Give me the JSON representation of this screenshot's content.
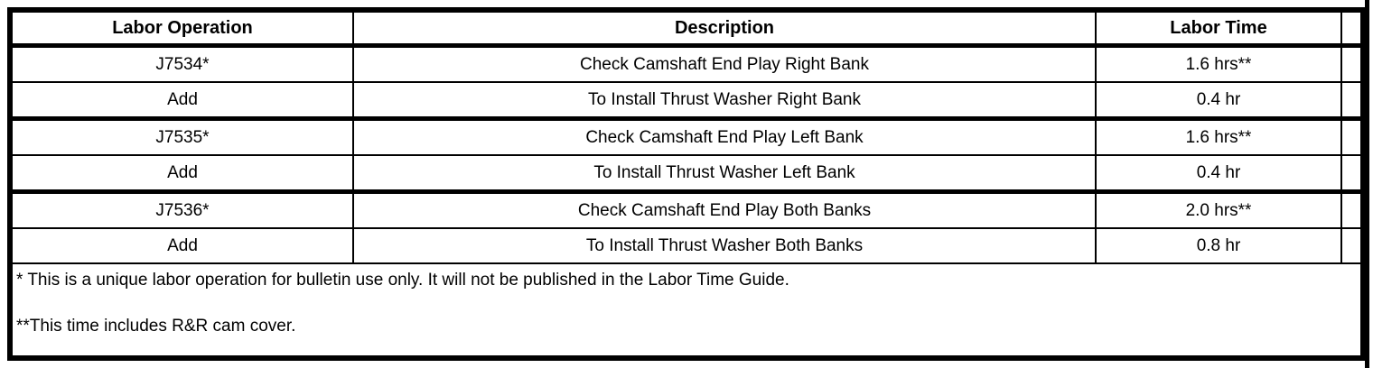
{
  "table": {
    "headers": [
      "Labor Operation",
      "Description",
      "Labor Time"
    ],
    "rows": [
      {
        "op": "J7534*",
        "desc": "Check Camshaft End Play Right Bank",
        "time": "1.6 hrs**"
      },
      {
        "op": "Add",
        "desc": "To Install Thrust Washer Right Bank",
        "time": "0.4 hr"
      },
      {
        "op": "J7535*",
        "desc": "Check Camshaft End Play Left Bank",
        "time": "1.6 hrs**"
      },
      {
        "op": "Add",
        "desc": "To Install Thrust Washer Left Bank",
        "time": "0.4 hr"
      },
      {
        "op": "J7536*",
        "desc": "Check Camshaft End Play Both Banks",
        "time": "2.0 hrs**"
      },
      {
        "op": "Add",
        "desc": "To Install Thrust Washer Both Banks",
        "time": "0.8 hr"
      }
    ],
    "footnotes": [
      "* This is a unique labor operation for bulletin use only. It will not be published in the Labor Time Guide.",
      "**This time includes R&R cam cover."
    ]
  },
  "colors": {
    "border": "#000000",
    "background": "#ffffff",
    "text": "#000000"
  }
}
